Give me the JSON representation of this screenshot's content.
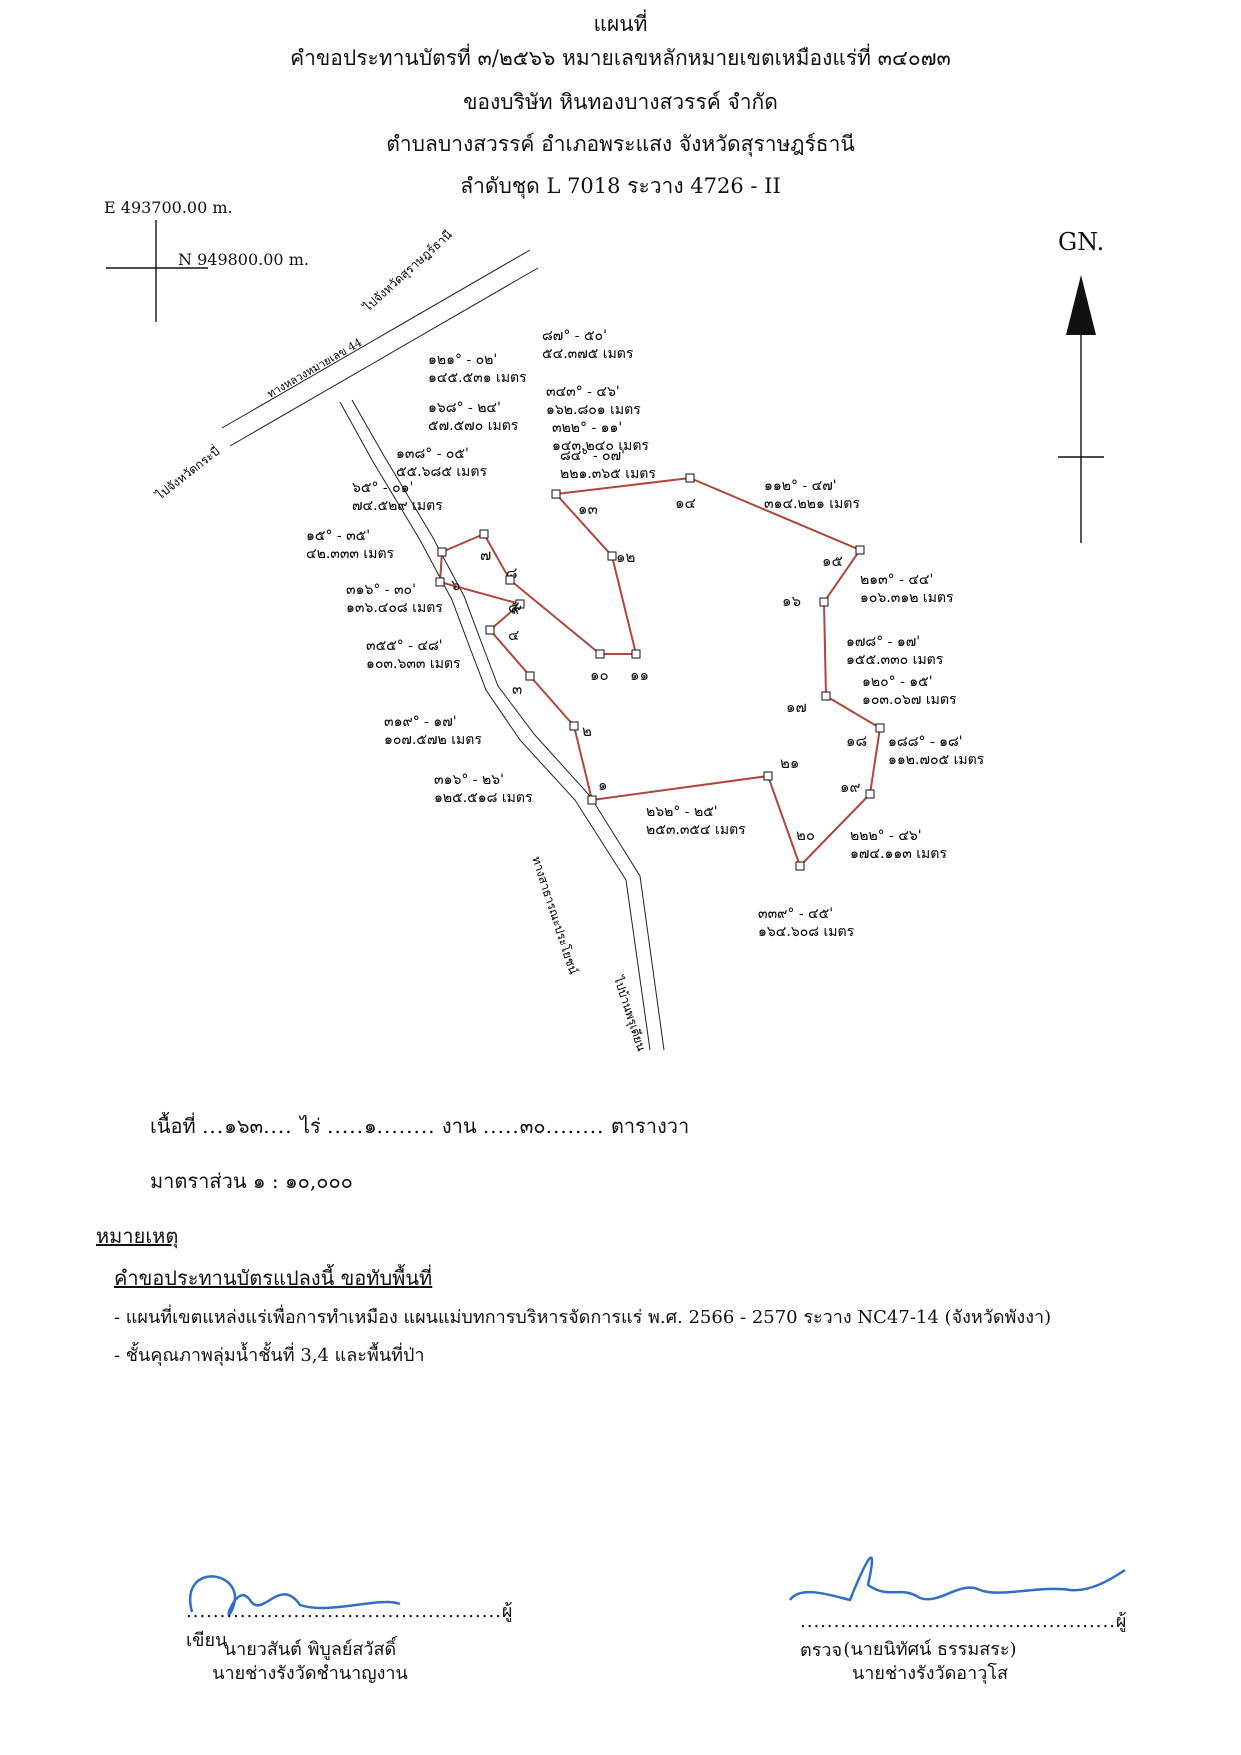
{
  "header": {
    "line1": "แผนที่",
    "line2": "คำขอประทานบัตรที่ ๓/๒๕๖๖ หมายเลขหลักหมายเขตเหมืองแร่ที่ ๓๔๐๗๓",
    "line3": "ของบริษัท หินทองบางสวรรค์ จำกัด",
    "line4": "ตำบลบางสวรรค์ อำเภอพระแสง จังหวัดสุราษฎร์ธานี",
    "line5": "ลำดับชุด L 7018 ระวาง 4726 - II"
  },
  "grid": {
    "easting": "E 493700.00 m.",
    "northing": "N 949800.00 m."
  },
  "north_label": "GN.",
  "roads": {
    "top_to": "ไปจังหวัดสุราษฎร์ธานี",
    "highway": "ทางหลวงหมายเลข 44",
    "left_to": "ไปจังหวัดกระบี่",
    "public_way": "ทางสาธารณะประโยชน์",
    "bottom_to": "ไปบ้านพรุเตียน"
  },
  "stations": [
    "๑",
    "๒",
    "๓",
    "๔",
    "๕",
    "๖",
    "๗",
    "๘",
    "๙",
    "๑๐",
    "๑๑",
    "๑๒",
    "๑๓",
    "๑๔",
    "๑๕",
    "๑๖",
    "๑๗",
    "๑๘",
    "๑๙",
    "๒๐",
    "๒๑"
  ],
  "bearings": [
    {
      "angle": "๑๒๑° - ๐๒'",
      "dist": "๑๔๕.๕๓๑ เมตร"
    },
    {
      "angle": "๑๖๘° - ๒๔'",
      "dist": "๕๗.๕๗๐ เมตร"
    },
    {
      "angle": "๑๓๘° - ๐๕'",
      "dist": "๕๕.๖๘๕ เมตร"
    },
    {
      "angle": "๖๕° - ๐๑'",
      "dist": "๗๔.๕๒๙ เมตร"
    },
    {
      "angle": "๑๕° - ๓๕'",
      "dist": "๔๒.๓๓๓ เมตร"
    },
    {
      "angle": "๓๑๖° - ๓๐'",
      "dist": "๑๓๖.๔๐๘ เมตร"
    },
    {
      "angle": "๓๕๕° - ๔๘'",
      "dist": "๑๐๓.๖๓๓ เมตร"
    },
    {
      "angle": "๓๑๙° - ๑๗'",
      "dist": "๑๐๗.๕๗๒ เมตร"
    },
    {
      "angle": "๓๑๖° - ๒๖'",
      "dist": "๑๒๕.๕๑๘ เมตร"
    },
    {
      "angle": "๘๗° - ๕๐'",
      "dist": "๕๔.๓๗๕ เมตร"
    },
    {
      "angle": "๓๔๓° - ๔๖'",
      "dist": "๑๖๒.๘๐๑ เมตร"
    },
    {
      "angle": "๓๒๒° - ๑๑'",
      "dist": "๑๔๓.๒๔๐ เมตร"
    },
    {
      "angle": "๘๔° - ๐๗'",
      "dist": "๒๒๑.๓๖๕ เมตร"
    },
    {
      "angle": "๑๑๒° - ๔๗'",
      "dist": "๓๑๔.๒๒๑ เมตร"
    },
    {
      "angle": "๒๑๓° - ๔๔'",
      "dist": "๑๐๖.๓๑๒ เมตร"
    },
    {
      "angle": "๑๗๘° - ๑๗'",
      "dist": "๑๕๕.๓๓๐ เมตร"
    },
    {
      "angle": "๑๒๐° - ๑๕'",
      "dist": "๑๐๓.๐๖๗ เมตร"
    },
    {
      "angle": "๑๘๘° - ๑๘'",
      "dist": "๑๑๒.๗๐๕ เมตร"
    },
    {
      "angle": "๒๒๒° - ๔๖'",
      "dist": "๑๗๔.๑๑๓ เมตร"
    },
    {
      "angle": "๓๓๙° - ๔๕'",
      "dist": "๑๖๔.๖๐๘ เมตร"
    },
    {
      "angle": "๒๖๒° - ๒๕'",
      "dist": "๒๕๓.๓๕๔ เมตร"
    }
  ],
  "area": {
    "label": "เนื้อที่",
    "rai": "๑๖๓",
    "rai_unit": "ไร่",
    "ngan": "๑",
    "ngan_unit": "งาน",
    "wa": "๓๐",
    "wa_unit": "ตารางวา"
  },
  "scale": "มาตราส่วน ๑ : ๑๐,๐๐๐",
  "remarks": {
    "heading": "หมายเหตุ",
    "subheading": "คำขอประทานบัตรแปลงนี้ ขอทับพื้นที่",
    "item1": "- แผนที่เขตแหล่งแร่เพื่อการทำเหมือง แผนแม่บทการบริหารจัดการแร่ พ.ศ. 2566 - 2570 ระวาง NC47-14 (จังหวัดพังงา)",
    "item2": "- ชั้นคุณภาพลุ่มน้ำชั้นที่ 3,4 และพื้นที่ป่า"
  },
  "signatures": {
    "left_role": "ผู้เขียน",
    "left_name": "นายวสันต์ พิบูลย์สวัสดิ์",
    "left_title": "นายช่างรังวัดชำนาญงาน",
    "right_role": "ผู้ตรวจ",
    "right_name": "(นายนิทัศน์ ธรรมสระ)",
    "right_title": "นายช่างรังวัดอาวุโส"
  },
  "colors": {
    "boundary": "#b0463c",
    "ink": "#111111",
    "signature": "#2f6fc4"
  }
}
